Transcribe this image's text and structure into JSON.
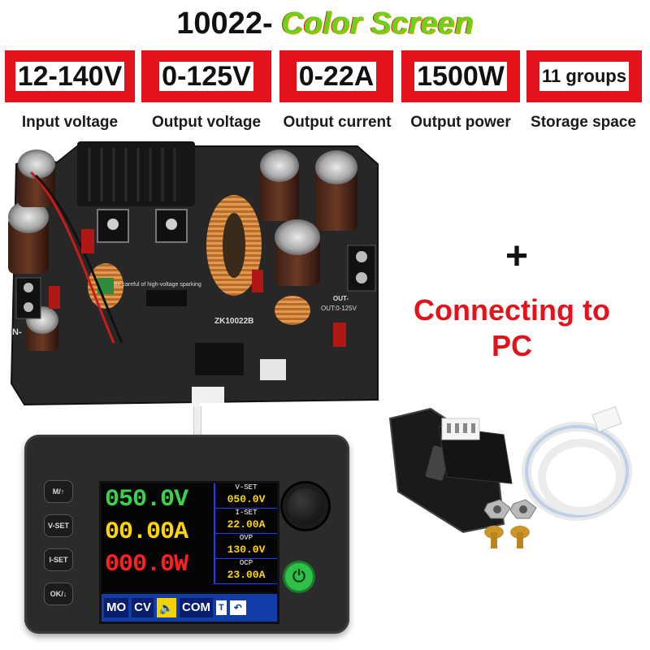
{
  "header": {
    "title_number": "10022-",
    "title_sub": "Color Screen"
  },
  "specs": [
    {
      "value": "12-140V",
      "caption": "Input voltage"
    },
    {
      "value": "0-125V",
      "caption": "Output voltage"
    },
    {
      "value": "0-22A",
      "caption": "Output current"
    },
    {
      "value": "1500W",
      "caption": "Output power"
    },
    {
      "value": "11 groups",
      "caption": "Storage space"
    }
  ],
  "board": {
    "model": "ZK10022B",
    "warning": "Be careful of high-voltage sparking",
    "label_in": "IN-",
    "label_out": "OUT-",
    "label_out_range": "OUT:0-125V"
  },
  "pc": {
    "plus": "+",
    "line1": "Connecting to",
    "line2": "PC"
  },
  "module": {
    "buttons": [
      "M/↑",
      "V-SET",
      "I-SET",
      "OK/↓"
    ],
    "readout_voltage": "050.0V",
    "readout_current": "00.00A",
    "readout_power": "000.0W",
    "set_panel": [
      {
        "label": "V-SET",
        "value": "050.0V"
      },
      {
        "label": "I-SET",
        "value": "22.00A"
      },
      {
        "label": "OVP",
        "value": "130.0V"
      },
      {
        "label": "OCP",
        "value": "23.00A"
      }
    ],
    "status": [
      "MO",
      "CV",
      "COM",
      "T"
    ]
  },
  "colors": {
    "brand_red": "#e4131b",
    "title_green": "#6bd21a",
    "lcd_green": "#3ad24a",
    "lcd_yellow": "#ffd600",
    "lcd_red": "#ff2020",
    "status_blue": "#123ca8"
  }
}
